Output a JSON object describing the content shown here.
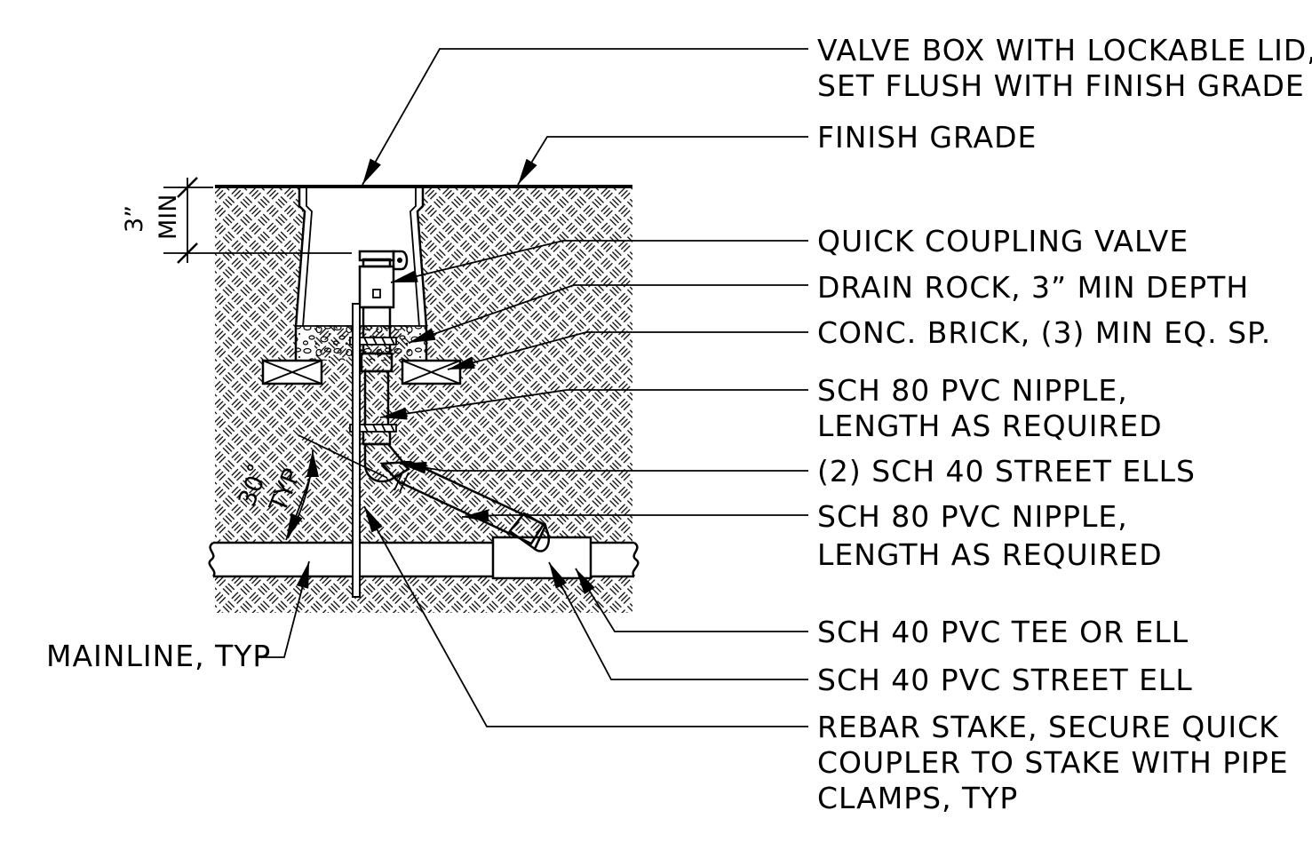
{
  "labels": {
    "valve_box_1": "VALVE BOX WITH LOCKABLE LID,",
    "valve_box_2": "SET FLUSH WITH FINISH GRADE",
    "finish_grade": "FINISH GRADE",
    "quick_coupling": "QUICK COUPLING VALVE",
    "drain_rock": "DRAIN ROCK, 3” MIN DEPTH",
    "conc_brick": "CONC. BRICK, (3) MIN EQ. SP.",
    "nipple_upper_1": "SCH 80 PVC NIPPLE,",
    "nipple_upper_2": "LENGTH AS REQUIRED",
    "street_ells": "(2) SCH 40 STREET ELLS",
    "nipple_lower_1": "SCH 80 PVC NIPPLE,",
    "nipple_lower_2": "LENGTH AS REQUIRED",
    "tee_or_ell": "SCH 40 PVC TEE OR ELL",
    "street_ell": "SCH 40 PVC STREET ELL",
    "rebar_1": "REBAR STAKE, SECURE QUICK",
    "rebar_2": "COUPLER TO STAKE WITH PIPE",
    "rebar_3": "CLAMPS, TYP",
    "mainline": "MAINLINE, TYP"
  },
  "dimension": {
    "depth_value": "3”",
    "depth_note": "MIN",
    "angle_value": "30˚",
    "angle_note": "TYP"
  },
  "colors": {
    "ink": "#000000",
    "background": "#ffffff"
  }
}
